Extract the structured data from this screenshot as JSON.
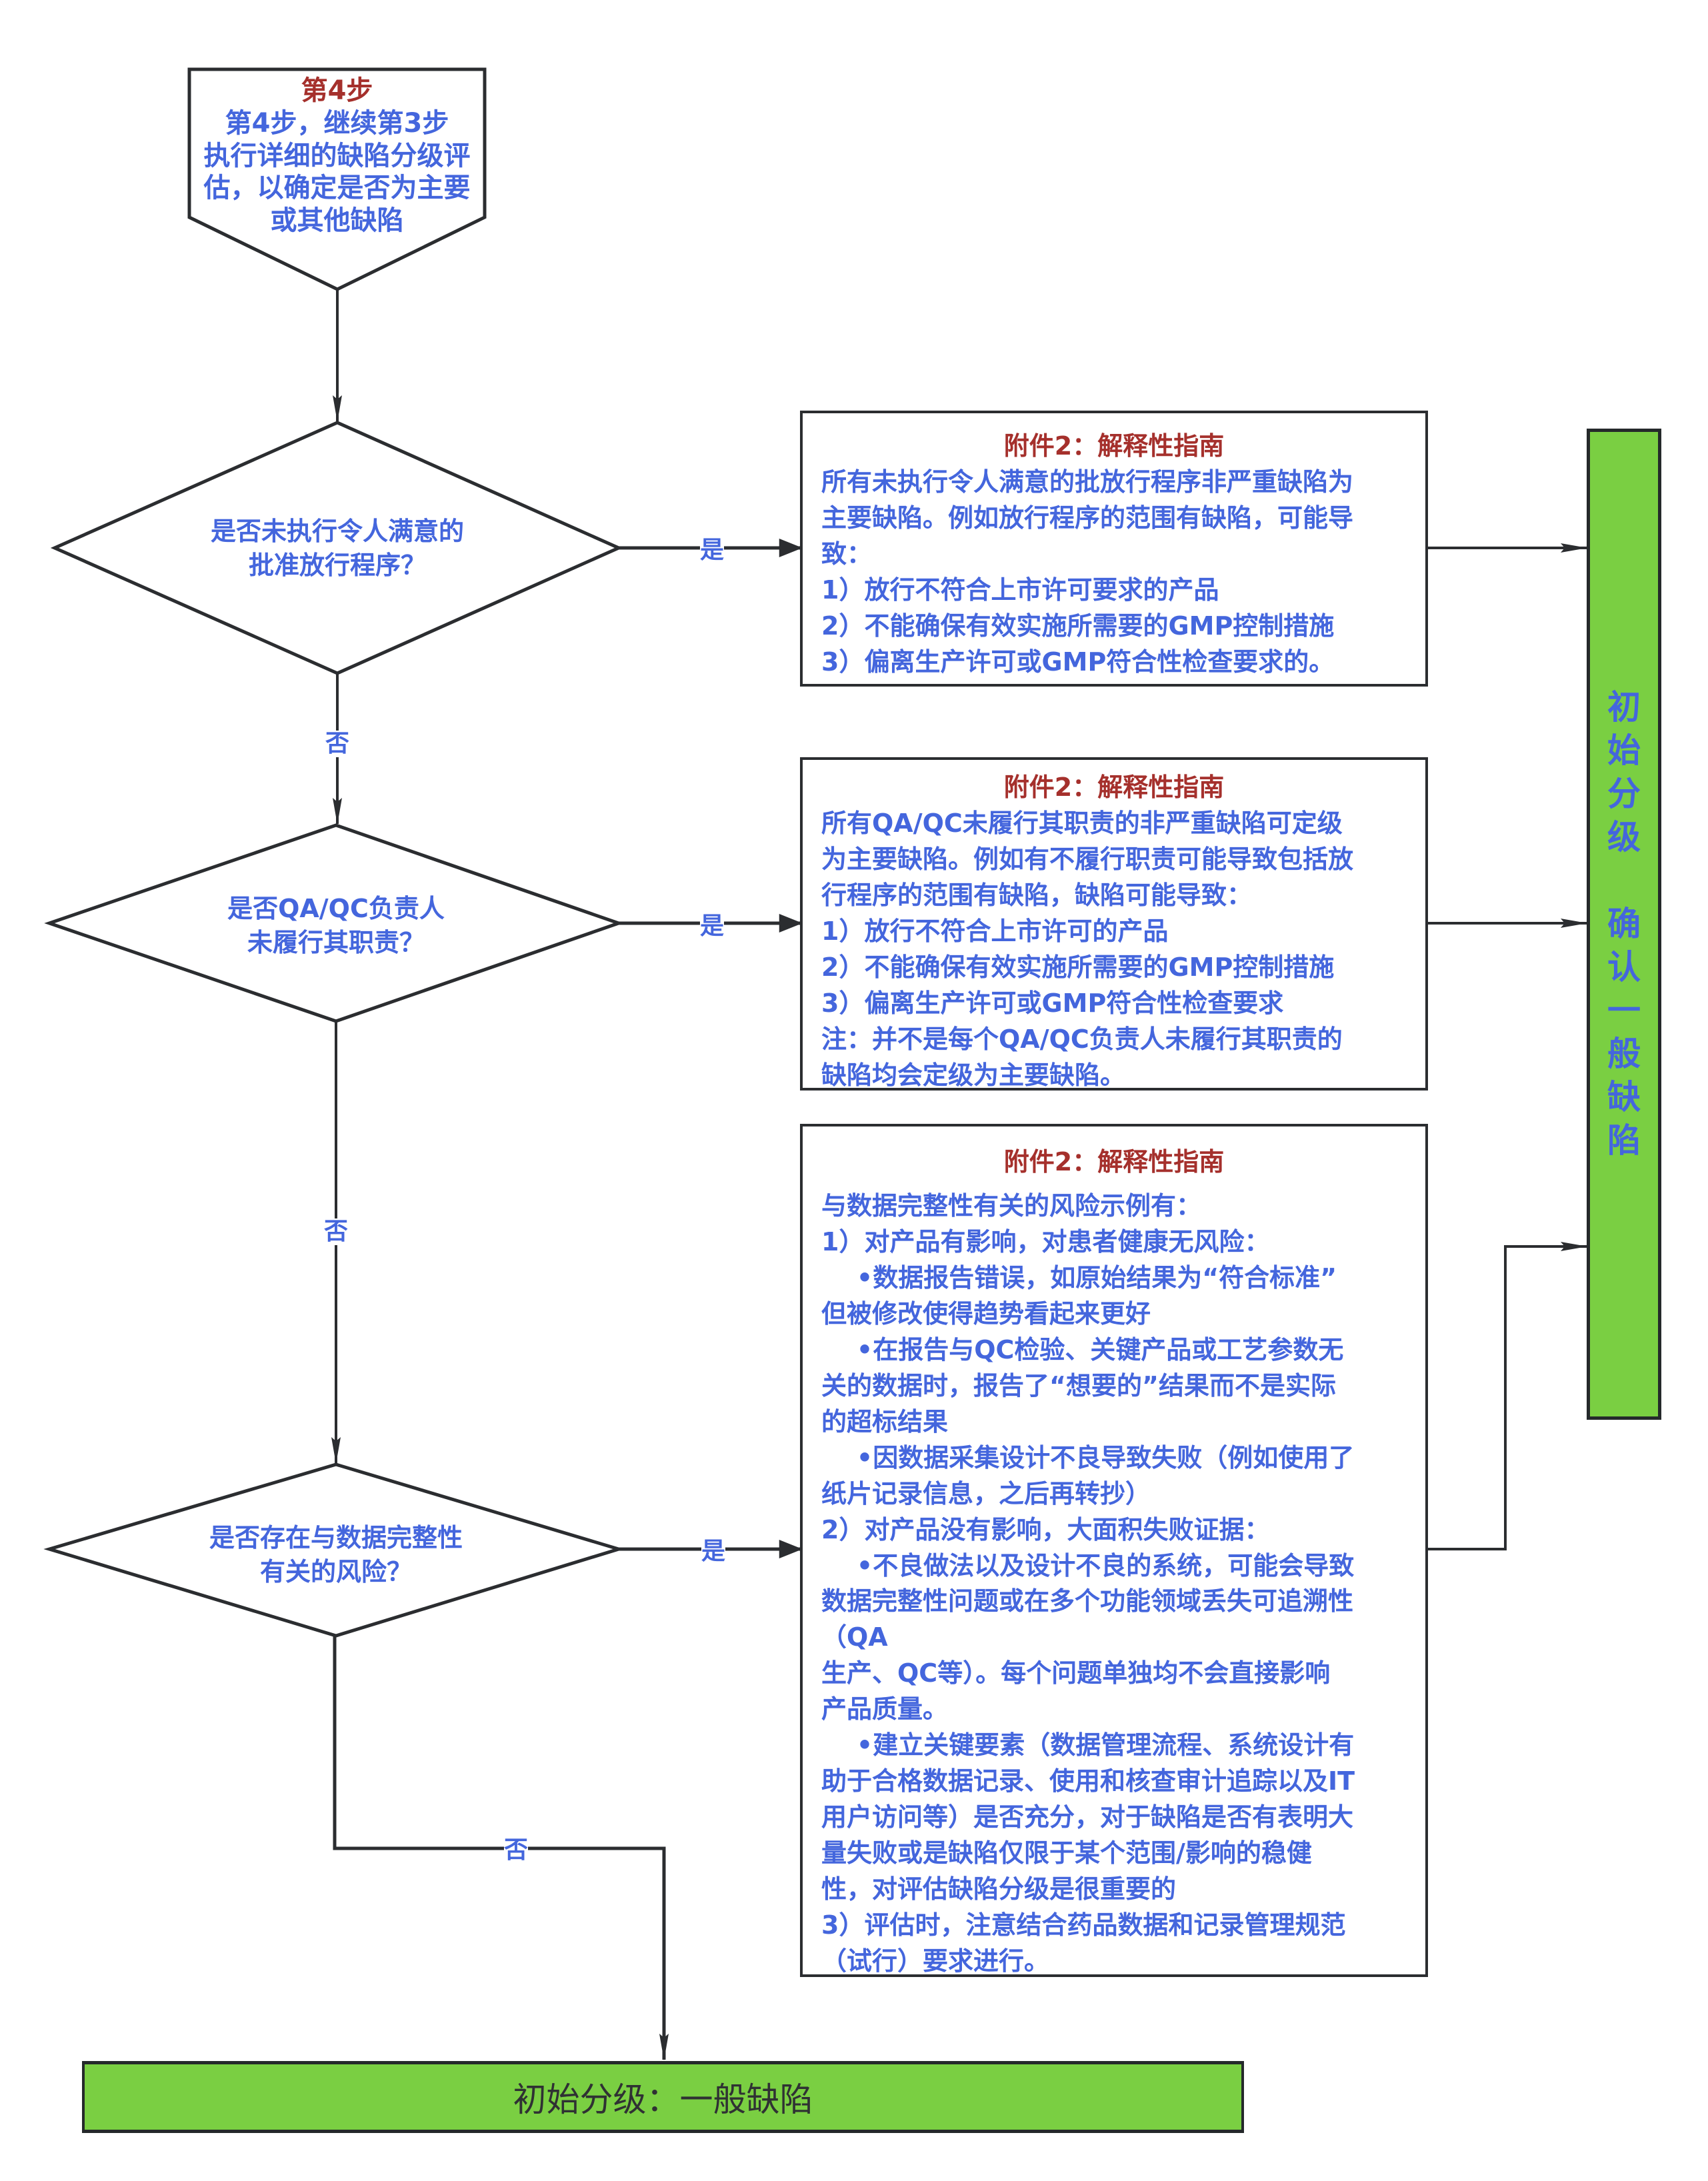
{
  "diagram": {
    "type": "flowchart",
    "colors": {
      "title_red": "#a5302c",
      "text_blue": "#4466dd",
      "terminal_green": "#7acf42",
      "line": "#2b2d30"
    },
    "start_step": {
      "title": "第4步",
      "lines": [
        "第4步，继续第3步",
        "执行详细的缺陷分级评",
        "估，以确定是否为主要",
        "或其他缺陷"
      ]
    },
    "decisions": [
      {
        "lines": [
          "是否未执行令人满意的",
          "批准放行程序？"
        ],
        "yes_label": "是",
        "no_label": "否"
      },
      {
        "lines": [
          "是否QA/QC负责人",
          "未履行其职责？"
        ],
        "yes_label": "是",
        "no_label": "否"
      },
      {
        "lines": [
          "是否存在与数据完整性",
          "有关的风险？"
        ],
        "yes_label": "是",
        "no_label": "否"
      }
    ],
    "annexes": [
      {
        "title": "附件2：解释性指南",
        "lines": [
          "所有未执行令人满意的批放行程序非严重缺陷为",
          "主要缺陷。例如放行程序的范围有缺陷，可能导",
          "致：",
          "1）放行不符合上市许可要求的产品",
          "2）不能确保有效实施所需要的GMP控制措施",
          "3）偏离生产许可或GMP符合性检查要求的。"
        ]
      },
      {
        "title": "附件2：解释性指南",
        "lines": [
          "所有QA/QC未履行其职责的非严重缺陷可定级",
          "为主要缺陷。例如有不履行职责可能导致包括放",
          "行程序的范围有缺陷，缺陷可能导致：",
          "1）放行不符合上市许可的产品",
          "2）不能确保有效实施所需要的GMP控制措施",
          "3）偏离生产许可或GMP符合性检查要求",
          "注：并不是每个QA/QC负责人未履行其职责的",
          "缺陷均会定级为主要缺陷。"
        ]
      },
      {
        "title": "附件2：解释性指南",
        "lines": [
          "与数据完整性有关的风险示例有：",
          "1）对产品有影响，对患者健康无风险：",
          "    •数据报告错误，如原始结果为“符合标准”",
          "但被修改使得趋势看起来更好",
          "    •在报告与QC检验、关键产品或工艺参数无",
          "关的数据时，报告了“想要的”结果而不是实际",
          "的超标结果",
          "    •因数据采集设计不良导致失败（例如使用了",
          "纸片记录信息，之后再转抄）",
          "2）对产品没有影响，大面积失败证据：",
          "    •不良做法以及设计不良的系统，可能会导致",
          "数据完整性问题或在多个功能领域丢失可追溯性",
          "（QA",
          "生产、QC等）。每个问题单独均不会直接影响",
          "产品质量。",
          "    •建立关键要素（数据管理流程、系统设计有",
          "助于合格数据记录、使用和核查审计追踪以及IT",
          "用户访问等）是否充分，对于缺陷是否有表明大",
          "量失败或是缺陷仅限于某个范围/影响的稳健",
          "性，对评估缺陷分级是很重要的",
          "3）评估时，注意结合药品数据和记录管理规范",
          "（试行）要求进行。"
        ]
      }
    ],
    "outcome_major": {
      "chars_part1": [
        "初",
        "始",
        "分",
        "级"
      ],
      "chars_part2": [
        "确",
        "认",
        "一",
        "般",
        "缺",
        "陷"
      ]
    },
    "outcome_general": {
      "label": "初始分级：一般缺陷"
    }
  }
}
